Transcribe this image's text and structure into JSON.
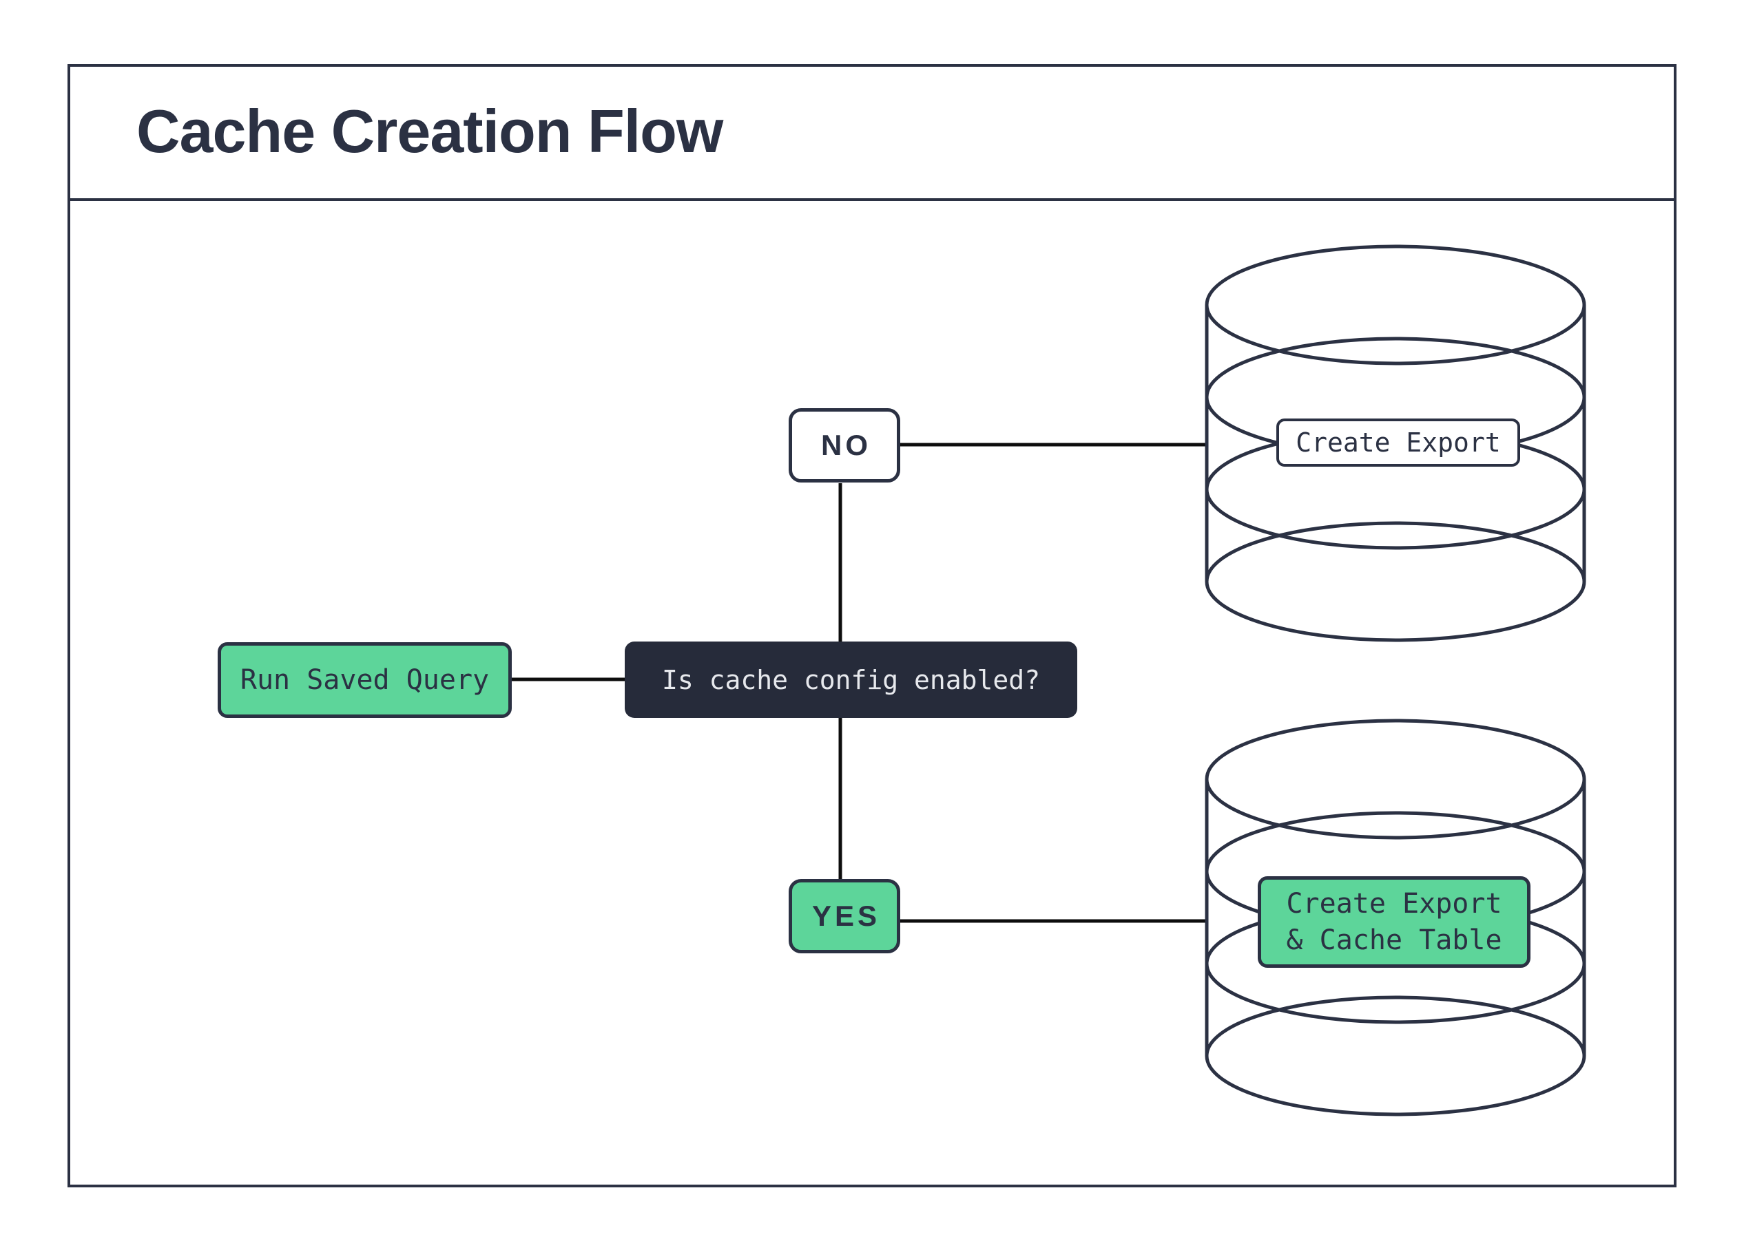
{
  "title": "Cache Creation Flow",
  "colors": {
    "navy": "#2b3143",
    "green": "#5dd59a",
    "dark_fill": "#262b3a",
    "light_text": "#e7e9ed",
    "line": "#0d0d0d",
    "bg": "#ffffff"
  },
  "nodes": {
    "run_saved_query": {
      "label": "Run Saved Query"
    },
    "question": {
      "label": "Is cache config enabled?"
    },
    "no_branch": {
      "label": "NO"
    },
    "yes_branch": {
      "label": "YES"
    },
    "export_db": {
      "label": "Create Export"
    },
    "cache_db": {
      "label": "Create Export\n& Cache Table"
    }
  },
  "edges": [
    {
      "from": "run_saved_query",
      "to": "question"
    },
    {
      "from": "question",
      "to": "no_branch"
    },
    {
      "from": "no_branch",
      "to": "export_db"
    },
    {
      "from": "question",
      "to": "yes_branch"
    },
    {
      "from": "yes_branch",
      "to": "cache_db"
    }
  ]
}
